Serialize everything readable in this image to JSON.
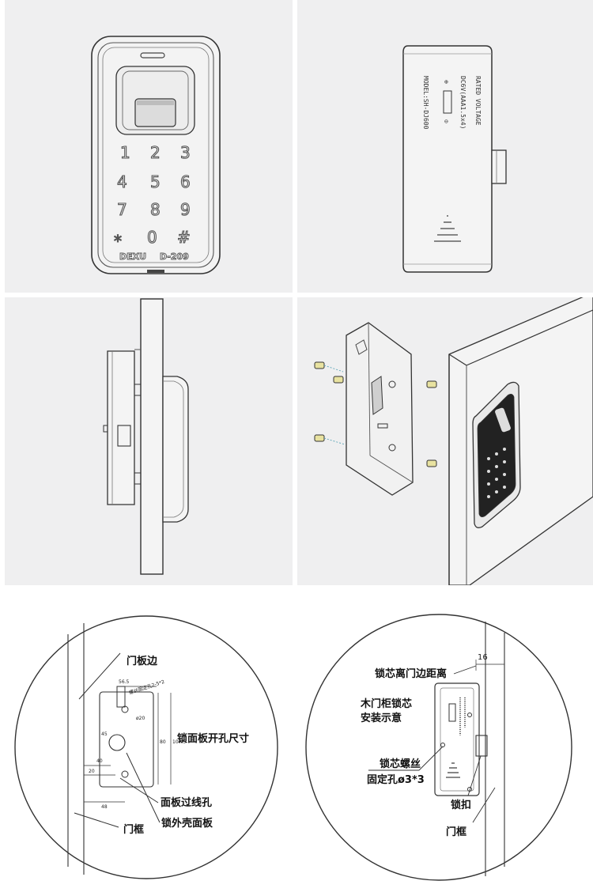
{
  "keypad": {
    "keys": [
      "1",
      "2",
      "3",
      "4",
      "5",
      "6",
      "7",
      "8",
      "9",
      "*",
      "0",
      "#"
    ],
    "brand": "DEXU",
    "model": "D-209"
  },
  "back_label": {
    "line1": "RATED VOLTAGE",
    "line2": "DC6V(AAA1.5x4)",
    "line3": "MODEL:SH-DJ600",
    "plus": "⊕",
    "minus": "⊖"
  },
  "left_detail": {
    "door_edge": "门板边",
    "cutout_size": "锁面板开孔尺寸",
    "wire_hole": "面板过线孔",
    "shell_panel": "锁外壳面板",
    "door_frame": "门框",
    "hole_note": "螺丝固定孔2-5*2",
    "dims": [
      "56.5",
      "45",
      "40",
      "20",
      "48",
      "80",
      "107.5",
      "ø20"
    ]
  },
  "right_detail": {
    "distance": "锁芯离门边距离",
    "distance_value": "16",
    "install_line1": "木门柜锁芯",
    "install_line2": "安装示意",
    "screw_line1": "锁芯螺丝",
    "screw_line2": "固定孔ø3*3",
    "strike": "锁扣",
    "door_frame": "门框"
  }
}
